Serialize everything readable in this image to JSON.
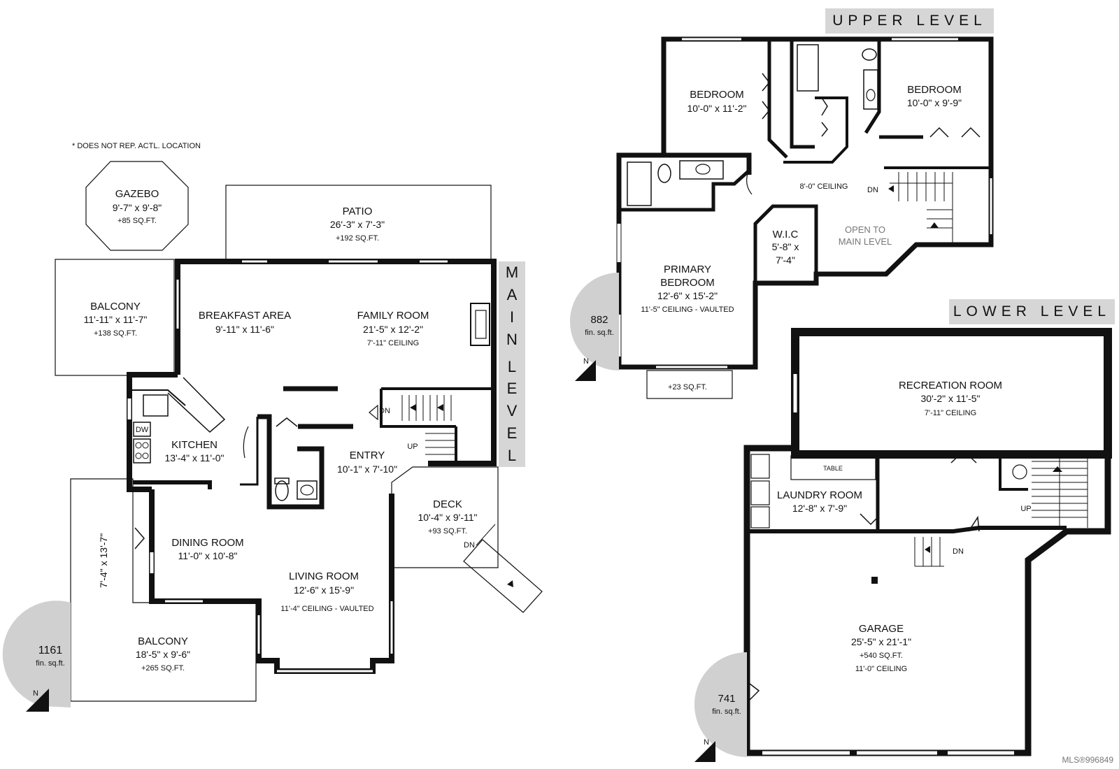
{
  "note": "* DOES NOT REP. ACTL. LOCATION",
  "levels": {
    "upper": "UPPER LEVEL",
    "main_letters": [
      "M",
      "A",
      "I",
      "N",
      "",
      "L",
      "E",
      "V",
      "E",
      "L"
    ],
    "lower": "LOWER LEVEL"
  },
  "area": {
    "main": {
      "value": "1161",
      "unit": "fin. sq.ft.",
      "north": "N"
    },
    "upper": {
      "value": "882",
      "unit": "fin. sq.ft.",
      "north": "N"
    },
    "lower": {
      "value": "741",
      "unit": "fin. sq.ft.",
      "north": "N"
    }
  },
  "rooms": {
    "gazebo": {
      "name": "GAZEBO",
      "dim": "9'-7\" x 9'-8\"",
      "extra": "+85 SQ.FT."
    },
    "patio": {
      "name": "PATIO",
      "dim": "26'-3\" x 7'-3\"",
      "extra": "+192 SQ.FT."
    },
    "balcony_top": {
      "name": "BALCONY",
      "dim": "11'-11\" x 11'-7\"",
      "extra": "+138 SQ.FT."
    },
    "breakfast": {
      "name": "BREAKFAST AREA",
      "dim": "9'-11\" x 11'-6\""
    },
    "family": {
      "name": "FAMILY ROOM",
      "dim": "21'-5\" x 12'-2\"",
      "extra": "7'-11\" CEILING"
    },
    "kitchen": {
      "name": "KITCHEN",
      "dim": "13'-4\" x 11'-0\"",
      "dw": "DW"
    },
    "entry": {
      "name": "ENTRY",
      "dim": "10'-1\" x 7'-10\""
    },
    "deck": {
      "name": "DECK",
      "dim": "10'-4\" x 9'-11\"",
      "extra": "+93 SQ.FT."
    },
    "dining": {
      "name": "DINING ROOM",
      "dim": "11'-0\" x 10'-8\""
    },
    "living": {
      "name": "LIVING ROOM",
      "dim": "12'-6\" x 15'-9\"",
      "extra": "11'-4\" CEILING - VAULTED"
    },
    "balcony_bottom": {
      "name": "BALCONY",
      "dim": "18'-5\" x 9'-6\"",
      "extra": "+265 SQ.FT.",
      "side_dim": "7'-4\" x 13'-7\""
    },
    "bed_left": {
      "name": "BEDROOM",
      "dim": "10'-0\" x 11'-2\""
    },
    "bed_right": {
      "name": "BEDROOM",
      "dim": "10'-0\" x 9'-9\""
    },
    "hall_up": {
      "extra": "8'-0\" CEILING"
    },
    "wic": {
      "name": "W.I.C",
      "dim1": "5'-8\" x",
      "dim2": "7'-4\""
    },
    "open_to": {
      "line1": "OPEN TO",
      "line2": "MAIN LEVEL"
    },
    "primary": {
      "name1": "PRIMARY",
      "name2": "BEDROOM",
      "dim": "12'-6\" x 15'-2\"",
      "extra": "11'-5\" CEILING - VAULTED"
    },
    "bay_up": {
      "extra": "+23 SQ.FT."
    },
    "recreation": {
      "name": "RECREATION ROOM",
      "dim": "30'-2\" x 11'-5\"",
      "extra": "7'-11\" CEILING"
    },
    "laundry": {
      "name": "LAUNDRY ROOM",
      "dim": "12'-8\" x 7'-9\"",
      "table": "TABLE"
    },
    "garage": {
      "name": "GARAGE",
      "dim": "25'-5\" x 21'-1\"",
      "extra": "+540 SQ.FT.",
      "extra2": "11'-0\" CEILING"
    }
  },
  "stairs": {
    "dn": "DN",
    "up": "UP"
  },
  "mls": "MLS®996849"
}
